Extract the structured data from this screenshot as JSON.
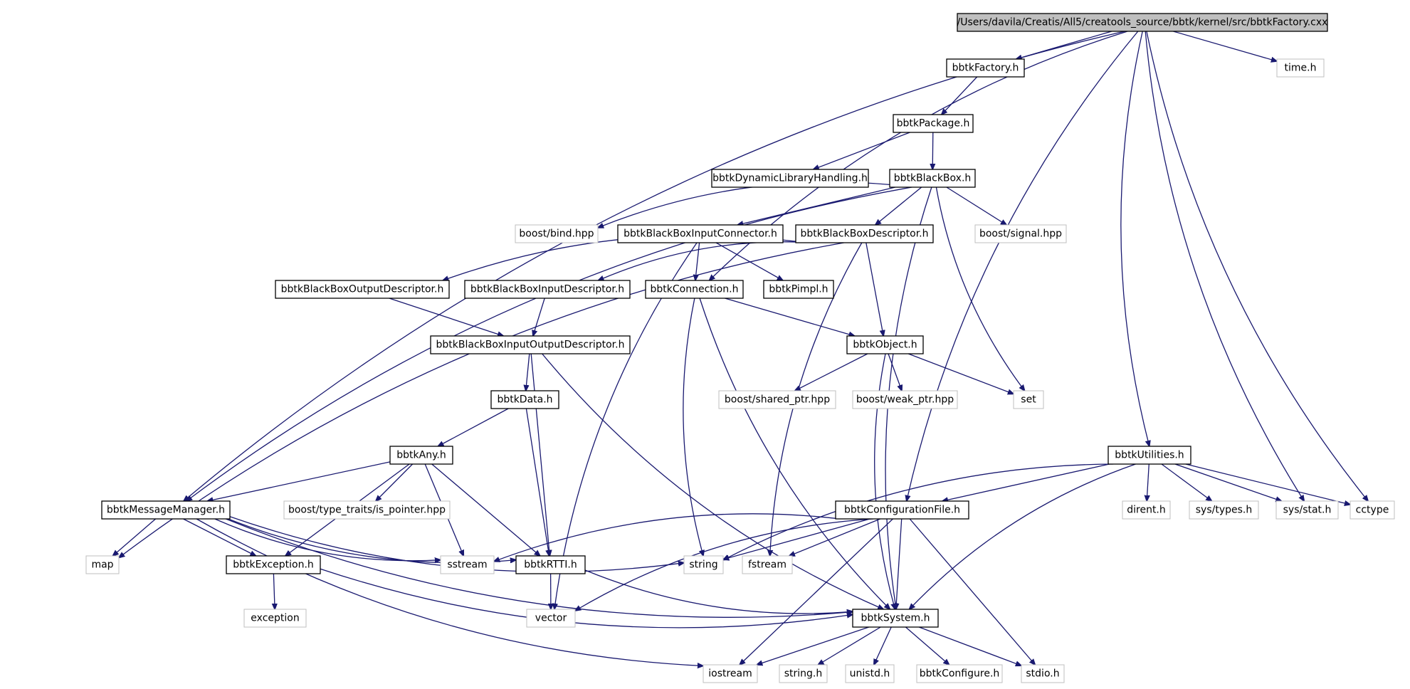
{
  "nodes": [
    {
      "id": "root",
      "label": "/Users/davila/Creatis/All5/creatools_source/bbtk/kernel/src/bbtkFactory.cxx",
      "kind": "root"
    },
    {
      "id": "factory",
      "label": "bbtkFactory.h",
      "kind": "doc"
    },
    {
      "id": "time",
      "label": "time.h",
      "kind": "ext"
    },
    {
      "id": "package",
      "label": "bbtkPackage.h",
      "kind": "doc"
    },
    {
      "id": "dynlib",
      "label": "bbtkDynamicLibraryHandling.h",
      "kind": "doc"
    },
    {
      "id": "blackbox",
      "label": "bbtkBlackBox.h",
      "kind": "doc"
    },
    {
      "id": "bind",
      "label": "boost/bind.hpp",
      "kind": "ext"
    },
    {
      "id": "bbinconn",
      "label": "bbtkBlackBoxInputConnector.h",
      "kind": "doc"
    },
    {
      "id": "bbdesc",
      "label": "bbtkBlackBoxDescriptor.h",
      "kind": "doc"
    },
    {
      "id": "signal",
      "label": "boost/signal.hpp",
      "kind": "ext"
    },
    {
      "id": "bboutdesc",
      "label": "bbtkBlackBoxOutputDescriptor.h",
      "kind": "doc"
    },
    {
      "id": "bbindesc",
      "label": "bbtkBlackBoxInputDescriptor.h",
      "kind": "doc"
    },
    {
      "id": "connection",
      "label": "bbtkConnection.h",
      "kind": "doc"
    },
    {
      "id": "pimpl",
      "label": "bbtkPimpl.h",
      "kind": "doc"
    },
    {
      "id": "bbiodesc",
      "label": "bbtkBlackBoxInputOutputDescriptor.h",
      "kind": "doc"
    },
    {
      "id": "object",
      "label": "bbtkObject.h",
      "kind": "doc"
    },
    {
      "id": "data",
      "label": "bbtkData.h",
      "kind": "doc"
    },
    {
      "id": "sharedptr",
      "label": "boost/shared_ptr.hpp",
      "kind": "ext"
    },
    {
      "id": "weakptr",
      "label": "boost/weak_ptr.hpp",
      "kind": "ext"
    },
    {
      "id": "set",
      "label": "set",
      "kind": "ext"
    },
    {
      "id": "any",
      "label": "bbtkAny.h",
      "kind": "doc"
    },
    {
      "id": "utilities",
      "label": "bbtkUtilities.h",
      "kind": "doc"
    },
    {
      "id": "msgmgr",
      "label": "bbtkMessageManager.h",
      "kind": "doc"
    },
    {
      "id": "typetraits",
      "label": "boost/type_traits/is_pointer.hpp",
      "kind": "ext"
    },
    {
      "id": "config",
      "label": "bbtkConfigurationFile.h",
      "kind": "doc"
    },
    {
      "id": "dirent",
      "label": "dirent.h",
      "kind": "ext"
    },
    {
      "id": "systypes",
      "label": "sys/types.h",
      "kind": "ext"
    },
    {
      "id": "sysstat",
      "label": "sys/stat.h",
      "kind": "ext"
    },
    {
      "id": "cctype",
      "label": "cctype",
      "kind": "ext"
    },
    {
      "id": "map",
      "label": "map",
      "kind": "ext"
    },
    {
      "id": "exception_h",
      "label": "bbtkException.h",
      "kind": "doc"
    },
    {
      "id": "sstream",
      "label": "sstream",
      "kind": "ext"
    },
    {
      "id": "rtti",
      "label": "bbtkRTTI.h",
      "kind": "doc"
    },
    {
      "id": "string",
      "label": "string",
      "kind": "ext"
    },
    {
      "id": "fstream",
      "label": "fstream",
      "kind": "ext"
    },
    {
      "id": "exception",
      "label": "exception",
      "kind": "ext"
    },
    {
      "id": "vector",
      "label": "vector",
      "kind": "ext"
    },
    {
      "id": "system",
      "label": "bbtkSystem.h",
      "kind": "doc"
    },
    {
      "id": "iostream",
      "label": "iostream",
      "kind": "ext"
    },
    {
      "id": "stringh",
      "label": "string.h",
      "kind": "ext"
    },
    {
      "id": "unistd",
      "label": "unistd.h",
      "kind": "ext"
    },
    {
      "id": "configure",
      "label": "bbtkConfigure.h",
      "kind": "ext"
    },
    {
      "id": "stdio",
      "label": "stdio.h",
      "kind": "ext"
    }
  ],
  "edges": [
    [
      "root",
      "factory"
    ],
    [
      "root",
      "time"
    ],
    [
      "root",
      "msgmgr"
    ],
    [
      "root",
      "connection"
    ],
    [
      "root",
      "config"
    ],
    [
      "root",
      "utilities"
    ],
    [
      "root",
      "sysstat"
    ],
    [
      "root",
      "cctype"
    ],
    [
      "factory",
      "package"
    ],
    [
      "package",
      "dynlib"
    ],
    [
      "package",
      "blackbox"
    ],
    [
      "blackbox",
      "bind"
    ],
    [
      "blackbox",
      "bbinconn"
    ],
    [
      "blackbox",
      "bbdesc"
    ],
    [
      "blackbox",
      "signal"
    ],
    [
      "blackbox",
      "msgmgr"
    ],
    [
      "blackbox",
      "set"
    ],
    [
      "blackbox",
      "system"
    ],
    [
      "bbinconn",
      "connection"
    ],
    [
      "bbinconn",
      "pimpl"
    ],
    [
      "bbinconn",
      "vector"
    ],
    [
      "bbdesc",
      "bboutdesc"
    ],
    [
      "bbdesc",
      "bbindesc"
    ],
    [
      "bbdesc",
      "object"
    ],
    [
      "bbdesc",
      "map"
    ],
    [
      "bbdesc",
      "fstream"
    ],
    [
      "bboutdesc",
      "bbiodesc"
    ],
    [
      "bbindesc",
      "bbiodesc"
    ],
    [
      "connection",
      "object"
    ],
    [
      "connection",
      "string"
    ],
    [
      "connection",
      "system"
    ],
    [
      "bbiodesc",
      "data"
    ],
    [
      "bbiodesc",
      "rtti"
    ],
    [
      "bbiodesc",
      "system"
    ],
    [
      "object",
      "sharedptr"
    ],
    [
      "object",
      "weakptr"
    ],
    [
      "object",
      "set"
    ],
    [
      "object",
      "system"
    ],
    [
      "data",
      "any"
    ],
    [
      "data",
      "rtti"
    ],
    [
      "any",
      "msgmgr"
    ],
    [
      "any",
      "typetraits"
    ],
    [
      "any",
      "sstream"
    ],
    [
      "any",
      "exception_h"
    ],
    [
      "any",
      "rtti"
    ],
    [
      "msgmgr",
      "map"
    ],
    [
      "msgmgr",
      "exception_h"
    ],
    [
      "msgmgr",
      "sstream"
    ],
    [
      "msgmgr",
      "rtti"
    ],
    [
      "msgmgr",
      "string"
    ],
    [
      "msgmgr",
      "system"
    ],
    [
      "msgmgr",
      "iostream"
    ],
    [
      "exception_h",
      "exception"
    ],
    [
      "exception_h",
      "system"
    ],
    [
      "rtti",
      "vector"
    ],
    [
      "rtti",
      "system"
    ],
    [
      "utilities",
      "config"
    ],
    [
      "utilities",
      "string"
    ],
    [
      "utilities",
      "dirent"
    ],
    [
      "utilities",
      "systypes"
    ],
    [
      "utilities",
      "sysstat"
    ],
    [
      "utilities",
      "cctype"
    ],
    [
      "utilities",
      "system"
    ],
    [
      "config",
      "sstream"
    ],
    [
      "config",
      "string"
    ],
    [
      "config",
      "fstream"
    ],
    [
      "config",
      "vector"
    ],
    [
      "config",
      "system"
    ],
    [
      "config",
      "iostream"
    ],
    [
      "config",
      "stdio"
    ],
    [
      "system",
      "iostream"
    ],
    [
      "system",
      "stringh"
    ],
    [
      "system",
      "unistd"
    ],
    [
      "system",
      "configure"
    ],
    [
      "system",
      "stdio"
    ]
  ]
}
